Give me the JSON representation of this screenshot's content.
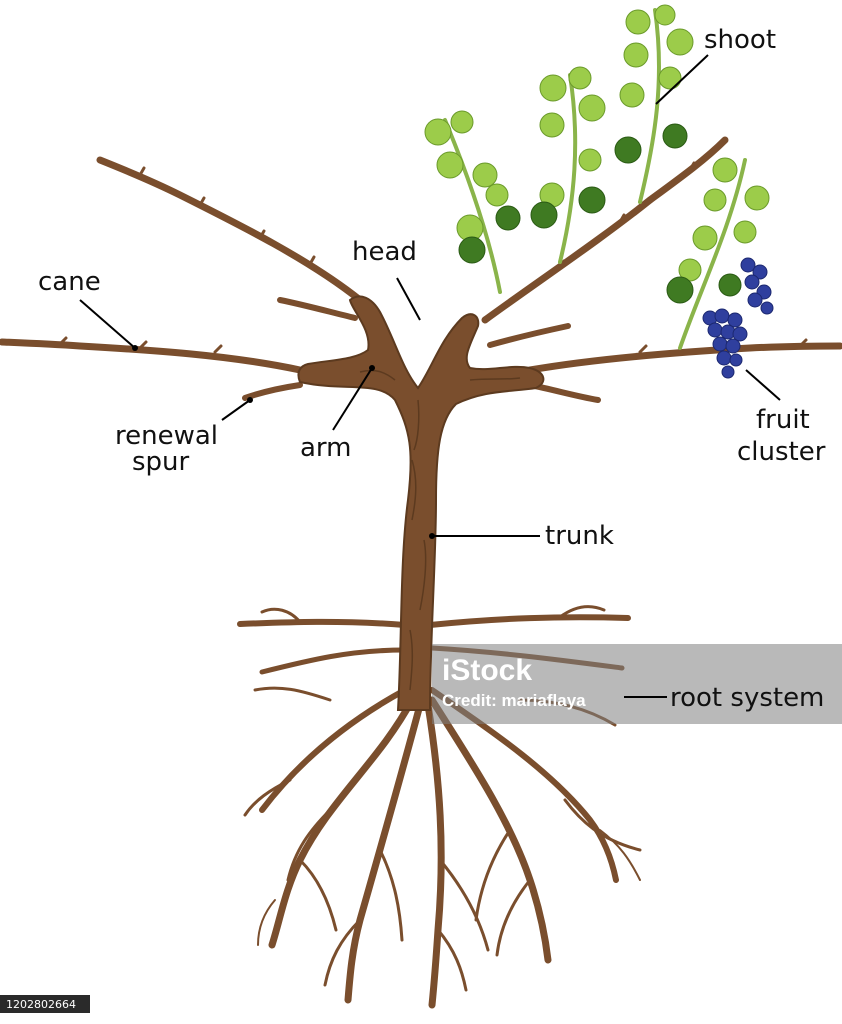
{
  "labels": {
    "shoot": "shoot",
    "head": "head",
    "cane": "cane",
    "renewal_spur_line1": "renewal",
    "renewal_spur_line2": "spur",
    "arm": "arm",
    "fruit_cluster_line1": "fruit",
    "fruit_cluster_line2": "cluster",
    "trunk": "trunk",
    "root_system": "root system"
  },
  "watermark": {
    "brand": "iStock",
    "credit": "Credit: mariaflaya",
    "stock_id": "1202802664"
  },
  "colors": {
    "bark": "#7a4e2d",
    "bark_dark": "#5c3a1f",
    "leaf_light": "#9ccc4a",
    "leaf_dark": "#3f7a22",
    "grape": "#2f3f9e",
    "watermark_bg": "#808080"
  }
}
